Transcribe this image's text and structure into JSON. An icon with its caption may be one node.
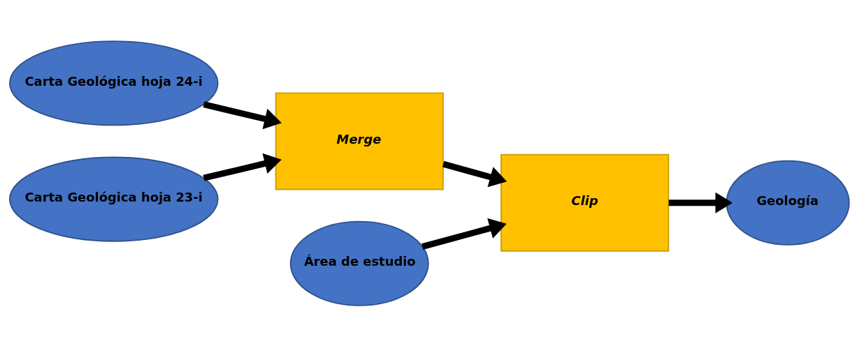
{
  "diagram": {
    "nodes": [
      {
        "text": [
          "Carta Geológica hoja 24-i"
        ]
      },
      {
        "text": [
          "Carta Geológica hoja 23-i"
        ]
      },
      {
        "text": [
          "Merge"
        ]
      },
      {
        "text": [
          "Área de estudio"
        ]
      },
      {
        "text": [
          "Clip"
        ]
      },
      {
        "text": [
          "Geología"
        ]
      }
    ],
    "edges": [
      {
        "from": 0,
        "to": 2,
        "arrow": "to"
      },
      {
        "from": 1,
        "to": 2,
        "arrow": "to"
      },
      {
        "from": 2,
        "to": 4,
        "arrow": "to"
      },
      {
        "from": 3,
        "to": 4,
        "arrow": "to"
      },
      {
        "from": 4,
        "to": 5,
        "arrow": "to"
      }
    ]
  }
}
